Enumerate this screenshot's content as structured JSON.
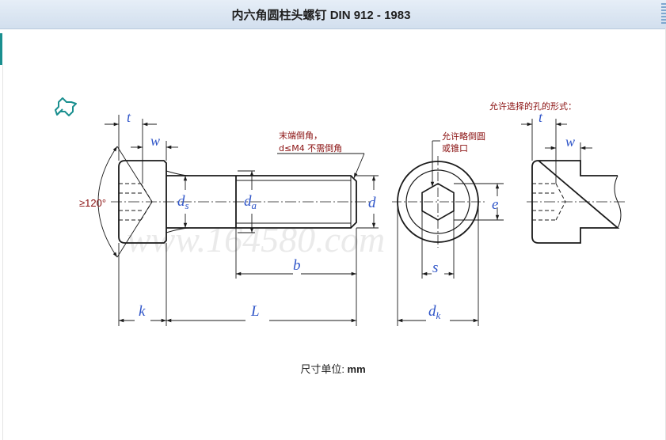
{
  "page": {
    "title": "内六角圆柱头螺钉 DIN 912 - 1983",
    "unit_label": "尺寸单位: ",
    "unit_value": "mm"
  },
  "annotations": {
    "end_chamfer_line1": "末端倒角，",
    "end_chamfer_line2": "d≤M4 不需倒角",
    "socket_line1": "允许略倒圆",
    "socket_line2": "或锥口",
    "alt_holes": "允许选择的孔的形式：",
    "angle": "≥120°"
  },
  "dimensions": {
    "t": "t",
    "w": "w",
    "ds": "d",
    "ds_sub": "s",
    "da": "d",
    "da_sub": "a",
    "d": "d",
    "b": "b",
    "k": "k",
    "L": "L",
    "e": "e",
    "s": "s",
    "dk": "d",
    "dk_sub": "k",
    "t2": "t",
    "w2": "w"
  },
  "watermark": "www.164580.com",
  "colors": {
    "line": "#1a1a1a",
    "dim_text": "#2f55c8",
    "note_text": "#8a1010",
    "accent": "#1a8f8f"
  },
  "icons": {
    "pin": "pushpin-icon"
  }
}
